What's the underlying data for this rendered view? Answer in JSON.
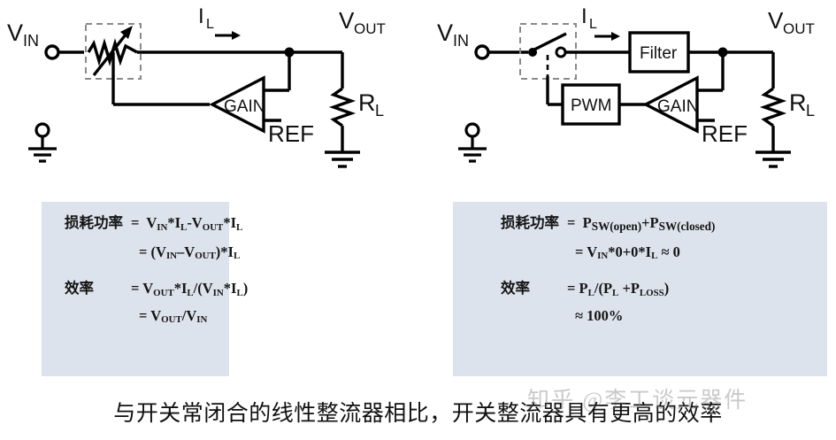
{
  "diagram": {
    "left_circuit": {
      "name": "linear-regulator-circuit",
      "labels": {
        "vin": "V",
        "vin_sub": "IN",
        "vout": "V",
        "vout_sub": "OUT",
        "il": "I",
        "il_sub": "L",
        "gain": "GAIN",
        "ref": "REF",
        "rl": "R",
        "rl_sub": "L"
      },
      "components": [
        "variable-resistor",
        "gain-amplifier",
        "load-resistor",
        "ground"
      ]
    },
    "right_circuit": {
      "name": "switching-regulator-circuit",
      "labels": {
        "vin": "V",
        "vin_sub": "IN",
        "vout": "V",
        "vout_sub": "OUT",
        "il": "I",
        "il_sub": "L",
        "filter": "Filter",
        "pwm": "PWM",
        "gain": "GAIN",
        "ref": "REF",
        "rl": "R",
        "rl_sub": "L"
      },
      "components": [
        "switch",
        "filter-block",
        "pwm-block",
        "gain-amplifier",
        "load-resistor",
        "ground"
      ]
    }
  },
  "equations": {
    "left": {
      "box_color": "#dde3ec",
      "rows": [
        {
          "label": "损耗功率",
          "expr_parts": [
            "=  V",
            "IN",
            "*I",
            "L",
            "-V",
            "OUT",
            "*I",
            "L"
          ]
        },
        {
          "label": "",
          "expr_parts": [
            "=  (V",
            "IN",
            "–V",
            "OUT",
            ")*I",
            "L"
          ]
        },
        {
          "label": "效率",
          "expr_parts": [
            "=  V",
            "OUT",
            "*I",
            "L",
            "/(V",
            "IN",
            "*I",
            "L",
            ")"
          ]
        },
        {
          "label": "",
          "expr_parts": [
            "=  V",
            "OUT",
            "/V",
            "IN"
          ]
        }
      ]
    },
    "right": {
      "box_color": "#dde3ec",
      "rows": [
        {
          "label": "损耗功率",
          "expr_parts": [
            "=  P",
            "SW(open)",
            "+P",
            "SW(closed)"
          ]
        },
        {
          "label": "",
          "expr_parts": [
            "=  V",
            "IN",
            "*0+0*I",
            "L",
            " ≈ 0"
          ]
        },
        {
          "label": "效率",
          "expr_parts": [
            "=  P",
            "L",
            "/(P",
            "L",
            " +P",
            "LOSS",
            ")"
          ]
        },
        {
          "label": "",
          "expr_parts": [
            "≈  100%"
          ]
        }
      ]
    }
  },
  "caption": {
    "text": "与开关常闭合的线性整流器相比，开关整流器具有更高的效率"
  },
  "watermark": {
    "text": "知乎 @李工谈元器件"
  },
  "colors": {
    "background": "#ffffff",
    "line": "#000000",
    "equation_box": "#dde3ec",
    "text": "#101010"
  }
}
